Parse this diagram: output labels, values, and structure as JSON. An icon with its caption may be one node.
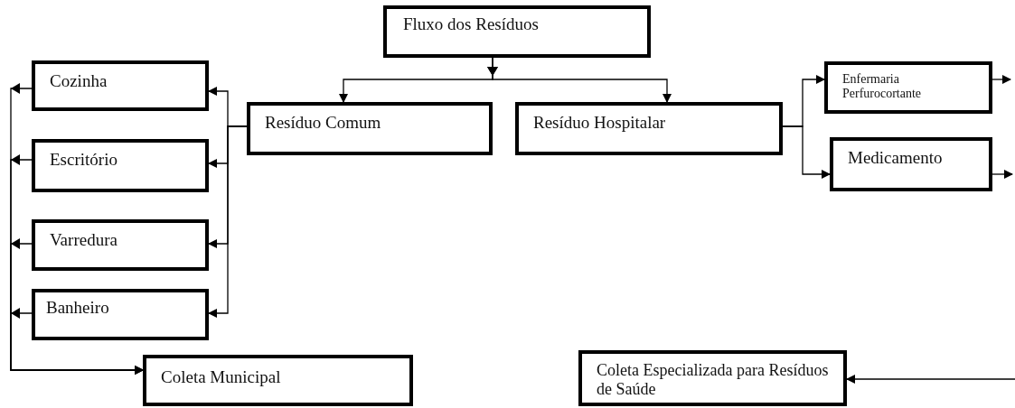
{
  "diagram": {
    "nodes": [
      {
        "text": [
          "Fluxo dos Resíduos"
        ]
      },
      {
        "text": [
          "Resíduo Comum"
        ]
      },
      {
        "text": [
          "Resíduo Hospitalar"
        ]
      },
      {
        "text": [
          "Cozinha"
        ]
      },
      {
        "text": [
          "Escritório"
        ]
      },
      {
        "text": [
          "Varredura"
        ]
      },
      {
        "text": [
          "Banheiro"
        ]
      },
      {
        "text": [
          "Enfermaria Perfurocortante"
        ]
      },
      {
        "text": [
          "Medicamento"
        ]
      },
      {
        "text": [
          "Coleta Municipal"
        ]
      },
      {
        "text": [
          "Coleta Especializada para Resíduos de Saúde"
        ]
      }
    ],
    "edges": [
      {
        "from": 0,
        "to": 1,
        "arrow": "to"
      },
      {
        "from": 0,
        "to": 2,
        "arrow": "to"
      },
      {
        "from": 1,
        "to": 3,
        "arrow": "to"
      },
      {
        "from": 1,
        "to": 4,
        "arrow": "to"
      },
      {
        "from": 1,
        "to": 5,
        "arrow": "to"
      },
      {
        "from": 1,
        "to": 6,
        "arrow": "to"
      },
      {
        "from": 3,
        "to": 9,
        "arrow": "to"
      },
      {
        "from": 4,
        "to": 9,
        "arrow": "to"
      },
      {
        "from": 5,
        "to": 9,
        "arrow": "to"
      },
      {
        "from": 6,
        "to": 9,
        "arrow": "to"
      },
      {
        "from": 2,
        "to": 7,
        "arrow": "to"
      },
      {
        "from": 2,
        "to": 8,
        "arrow": "to"
      },
      {
        "from": 7,
        "to": null,
        "arrow": "to"
      },
      {
        "from": 8,
        "to": null,
        "arrow": "to"
      },
      {
        "from": null,
        "to": 10,
        "arrow": "to"
      }
    ]
  }
}
